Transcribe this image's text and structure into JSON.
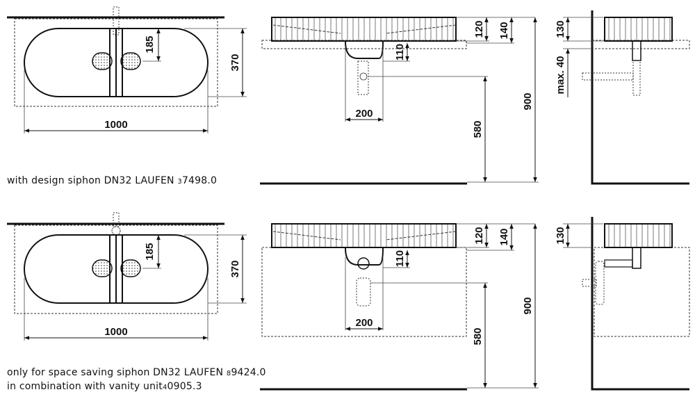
{
  "title": "Washbasin installation dimension drawing",
  "colors": {
    "line": "#111111",
    "dim_line": "#444444",
    "background": "#ffffff"
  },
  "row_top": {
    "caption": {
      "prefix": "with design siphon DN32 LAUFEN",
      "code_small": "3",
      "code": "7498.0"
    },
    "plan_view": {
      "width": "1000",
      "depth": "370",
      "drain_offset": "185"
    },
    "front_view": {
      "basin_height": "120",
      "total_height": "140",
      "siphon_depth": "110",
      "siphon_width": "200",
      "drain_height": "580",
      "top_height": "900"
    },
    "side_view": {
      "basin_height": "130",
      "wall_gap": "max. 40"
    }
  },
  "row_bottom": {
    "caption_line1": {
      "prefix": "only for space saving siphon DN32 LAUFEN",
      "code_small": "8",
      "code": "9424.0"
    },
    "caption_line2": {
      "prefix": "in combination with vanity unit",
      "code_small": "4",
      "code": "0905.3"
    },
    "plan_view": {
      "width": "1000",
      "depth": "370",
      "drain_offset": "185"
    },
    "front_view": {
      "basin_height": "120",
      "total_height": "140",
      "siphon_depth": "110",
      "siphon_width": "200",
      "drain_height": "580",
      "top_height": "900"
    },
    "side_view": {
      "basin_height": "130"
    }
  }
}
